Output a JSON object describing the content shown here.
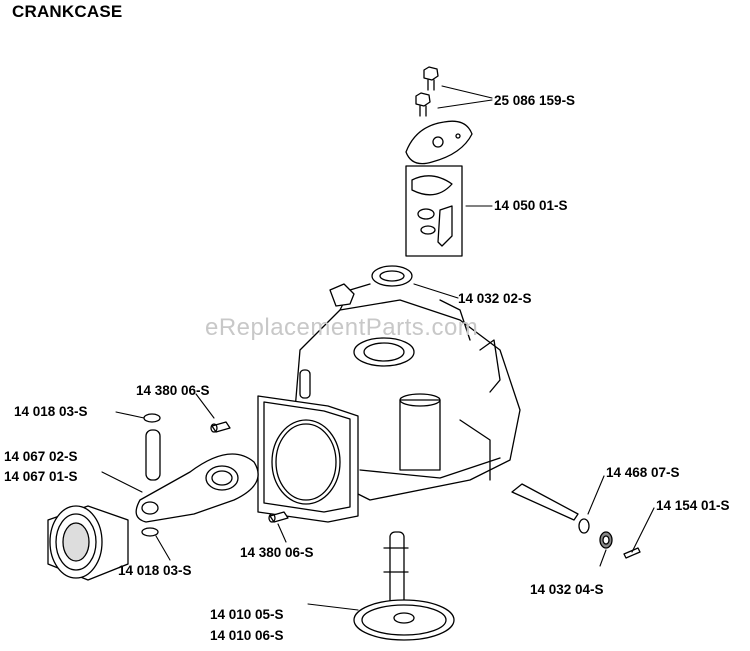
{
  "title": "CRANKCASE",
  "watermark": "eReplacementParts.com",
  "callouts": {
    "bolts": "25 086 159-S",
    "breather": "14 050 01-S",
    "oil_seal_top": "14 032 02-S",
    "dowel_upper": "14 380 06-S",
    "retainer_upper": "14 018 03-S",
    "rod_a": "14 067 02-S",
    "rod_b": "14 067 01-S",
    "retainer_lower": "14 018 03-S",
    "dowel_lower": "14 380 06-S",
    "governor_shaft": "14 468 07-S",
    "pin": "14 154 01-S",
    "oil_seal_small": "14 032 04-S",
    "camshaft_a": "14 010 05-S",
    "camshaft_b": "14 010 06-S"
  }
}
